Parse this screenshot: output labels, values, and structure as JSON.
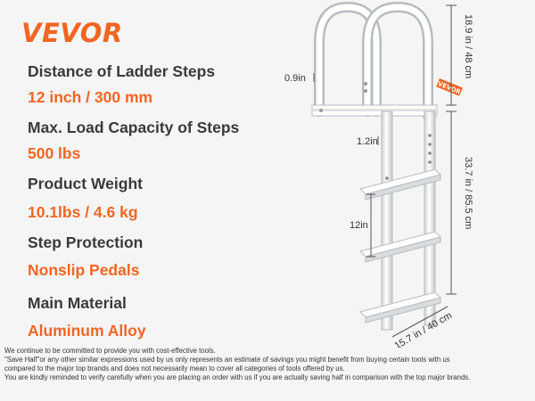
{
  "brand": {
    "logo_text": "VEVOR"
  },
  "specs": [
    {
      "label": "Distance of Ladder Steps",
      "value": "12 inch / 300 mm"
    },
    {
      "label": "Max. Load Capacity of Steps",
      "value": "500 lbs"
    },
    {
      "label": "Product Weight",
      "value": "10.1lbs / 4.6 kg"
    },
    {
      "label": "Step Protection",
      "value": "Nonslip Pedals"
    },
    {
      "label": "Main Material",
      "value": "Aluminum Alloy"
    }
  ],
  "dimensions": {
    "top_height": "18.9 in / 48 cm",
    "body_height": "33.7 in / 85.5 cm",
    "width": "15.7 in / 40 cm",
    "tube_top": "0.9in",
    "tube_mid": "1.2in",
    "step_gap": "12in"
  },
  "product_tag": "VEVOR",
  "disclaimer": [
    "We continue to be committed to provide you with cost-effective tools.",
    "\"Save Half\"or any other similar expressions used by us only represents an estimate of savings you might benefit from buying certain tools with us",
    "compared to the major top brands and does not necessarily mean to cover all categories of tools offered by us.",
    "You are kindly reminded to verify carefully when you are placing an order with us if you are actually saving half in comparison with the top major brands."
  ]
}
